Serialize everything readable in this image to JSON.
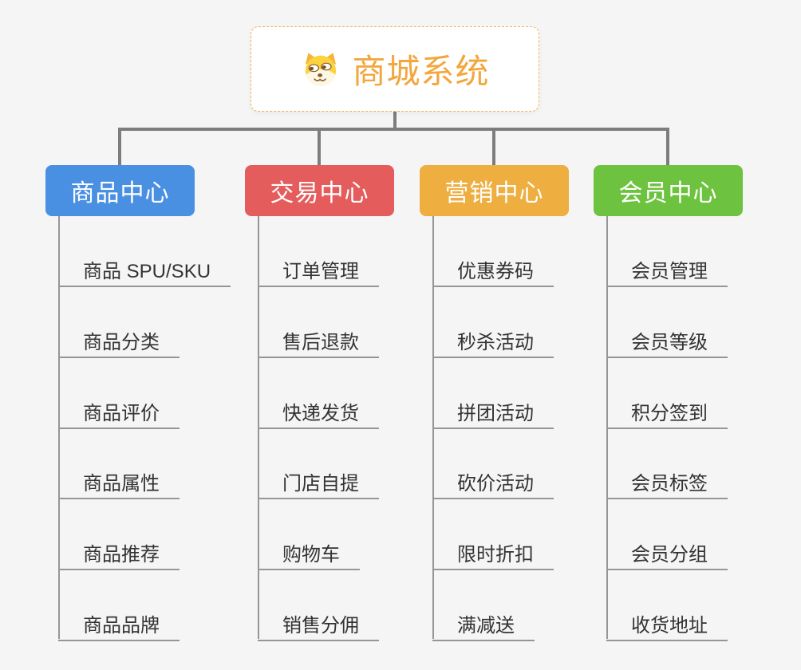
{
  "root": {
    "title": "商城系统",
    "title_color": "#f2a63c",
    "border_color": "#f0b357",
    "icon": "dog-face-icon"
  },
  "branches": [
    {
      "label": "商品中心",
      "color": "#4a90e2",
      "items": [
        "商品 SPU/SKU",
        "商品分类",
        "商品评价",
        "商品属性",
        "商品推荐",
        "商品品牌"
      ]
    },
    {
      "label": "交易中心",
      "color": "#e45c5c",
      "items": [
        "订单管理",
        "售后退款",
        "快递发货",
        "门店自提",
        "购物车",
        "销售分佣"
      ]
    },
    {
      "label": "营销中心",
      "color": "#eeae40",
      "items": [
        "优惠券码",
        "秒杀活动",
        "拼团活动",
        "砍价活动",
        "限时折扣",
        "满减送"
      ]
    },
    {
      "label": "会员中心",
      "color": "#6dc23f",
      "items": [
        "会员管理",
        "会员等级",
        "积分签到",
        "会员标签",
        "会员分组",
        "收货地址"
      ]
    }
  ],
  "colors": {
    "background": "#f5f5f6",
    "connector": "#7d7d7f",
    "leaf_line": "#96969a",
    "leaf_text": "#333333"
  }
}
